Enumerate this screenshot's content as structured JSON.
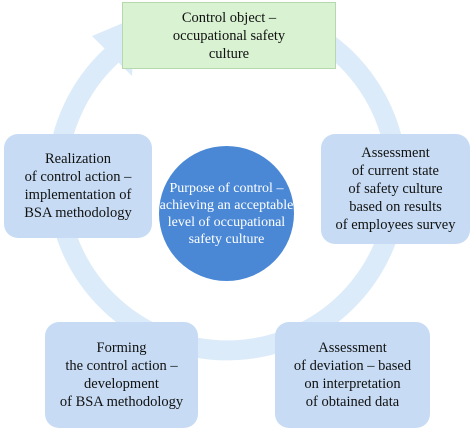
{
  "colors": {
    "ring": "#dcebfa",
    "box_fill": "#c7dcf4",
    "top_box_fill": "#d8f2d2",
    "center_fill": "#4a88d6"
  },
  "diagram": {
    "control_object": "Control object –\noccupational safety\nculture",
    "purpose": "Purpose of control –\nachieving an acceptable\nlevel of occupational\nsafety culture",
    "assessment_state": "Assessment\nof current state\nof safety culture\nbased on results\nof employees survey",
    "assessment_deviation": "Assessment\nof deviation – based\non interpretation\nof obtained data",
    "forming_action": "Forming\nthe control action –\ndevelopment\nof BSA methodology",
    "realization_action": "Realization\nof control action –\nimplementation of\nBSA methodology"
  }
}
